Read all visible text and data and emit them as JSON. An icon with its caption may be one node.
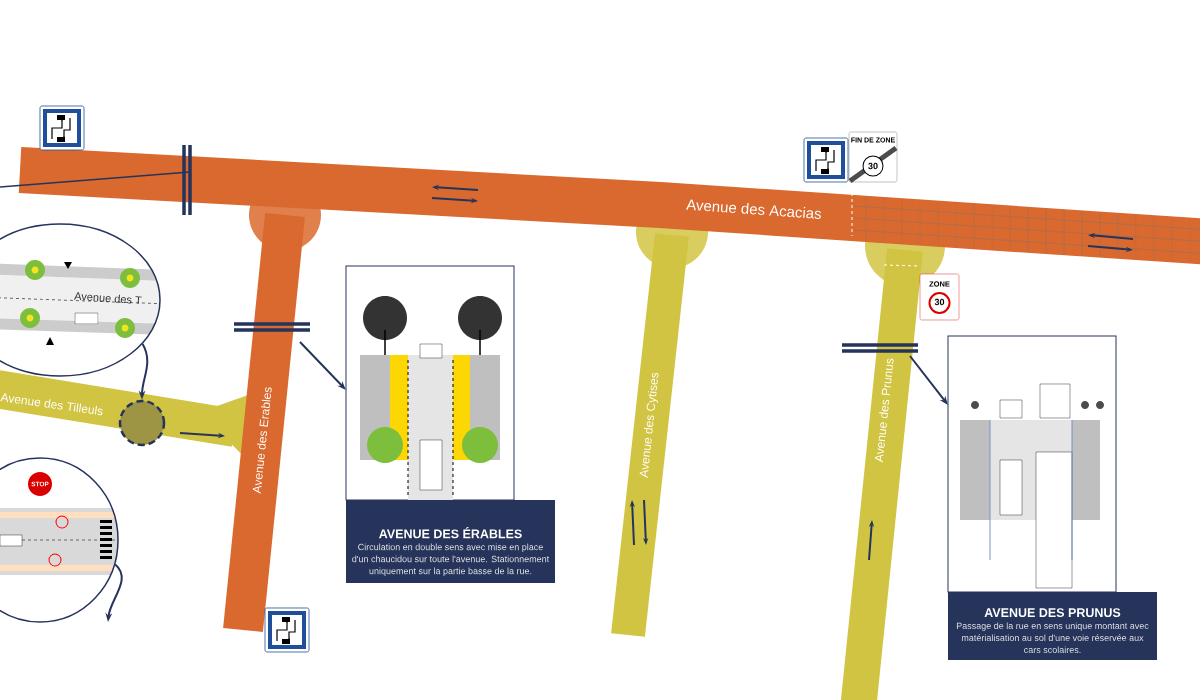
{
  "diagram": {
    "nodes": [
      {
        "text": [
          "Avenue des Acacias"
        ]
      },
      {
        "text": [
          "Avenue des Erables"
        ]
      },
      {
        "text": [
          "Avenue des Cytises"
        ]
      },
      {
        "text": [
          "Avenue des Prunus"
        ]
      },
      {
        "text": [
          "Avenue des Tilleuls"
        ]
      },
      {
        "text": [
          "AVENUE DES ÉRABLES",
          "Circulation en double sens avec mise en place d'un chaucidou sur toute l'avenue. Stationnement uniquement sur la partie basse de la rue."
        ]
      },
      {
        "text": [
          "AVENUE DES PRUNUS",
          "Passage de la rue en sens unique montant avec matérialisation au sol d'une voie réservée aux cars scolaires."
        ]
      },
      {
        "text": [
          "Avenue des T"
        ]
      },
      {
        "text": [],
        "shape": "picture"
      },
      {
        "text": [],
        "shape": "circle",
        "in": 4
      }
    ],
    "edges": [
      {
        "from": 1,
        "to": 5,
        "arrow": "to"
      },
      {
        "from": 3,
        "to": 6,
        "arrow": "to"
      },
      {
        "from": 7,
        "to": 9,
        "arrow": "to"
      },
      {
        "from": 8,
        "to": null,
        "arrow": "to"
      }
    ],
    "labels": [
      "FIN DE ZONE",
      "30",
      "ZONE",
      "30",
      "STOP"
    ]
  }
}
